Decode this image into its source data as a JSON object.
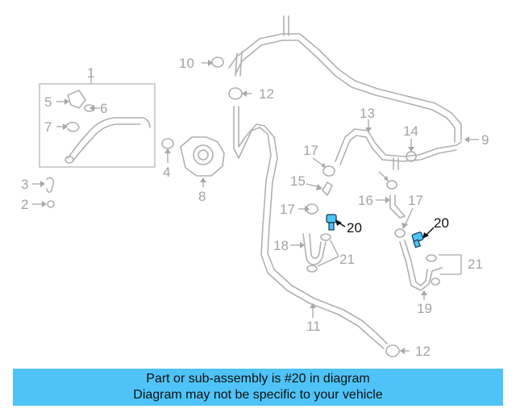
{
  "diagram": {
    "callouts": [
      "1",
      "2",
      "3",
      "4",
      "5",
      "6",
      "7",
      "8",
      "9",
      "10",
      "11",
      "12",
      "12",
      "13",
      "14",
      "15",
      "16",
      "17",
      "17",
      "17",
      "18",
      "19",
      "20",
      "20",
      "21",
      "21"
    ],
    "highlighted_part": "20"
  },
  "banner": {
    "line1": "Part or sub-assembly is #20 in diagram",
    "line2": "Diagram may not be specific to your vehicle",
    "color": "#4fc3f7"
  },
  "colors": {
    "line_art": "#b0b0b0",
    "highlight_part": "#4fc3f7"
  }
}
